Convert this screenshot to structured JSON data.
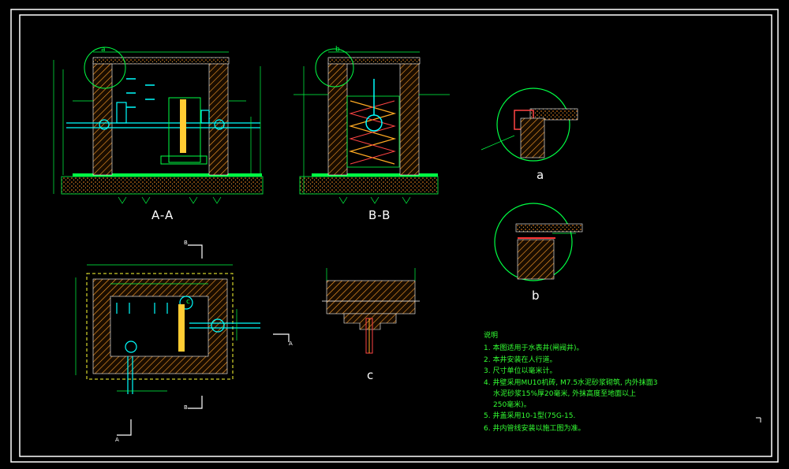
{
  "labels": {
    "section_aa": "A-A",
    "section_bb": "B-B",
    "detail_a": "a",
    "detail_b": "b",
    "detail_c": "c",
    "callout_a": "a",
    "callout_b": "b",
    "callout_c": "c",
    "cut_a_top": "A",
    "cut_a_bottom": "A",
    "cut_b_top": "B",
    "cut_b_bottom": "B"
  },
  "notes": {
    "heading": "说明",
    "line1": "1. 本图适用于水表井(闸阀井)。",
    "line2": "2. 本井安装在人行道。",
    "line3": "3. 尺寸单位以毫米计。",
    "line4": "4. 井壁采用MU10机砖, M7.5水泥砂浆砌筑, 内外抹面3",
    "line5": "水泥砂浆15%厚20毫米, 外抹高度至地面以上",
    "line6": "250毫米)。",
    "line7": "5. 井盖采用10-1型(75G-15.",
    "line8": "6. 井内管线安装以施工图为准。"
  },
  "colors": {
    "frame": "#ffffff",
    "wall": "#ffaa22",
    "line": "#00ff44",
    "pipe": "#00ffff",
    "cover": "#ff4444",
    "concrete": "#ff9933"
  }
}
